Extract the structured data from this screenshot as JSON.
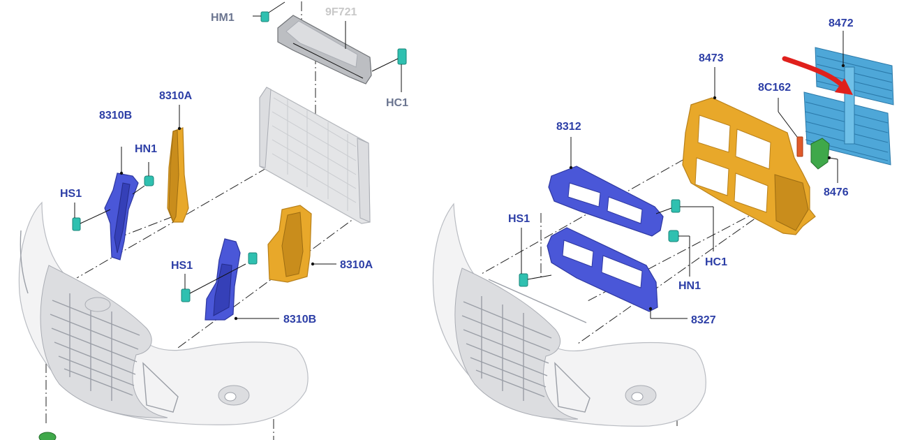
{
  "labels": {
    "hm1": "HM1",
    "p9f721": "9F721",
    "hc1_top": "HC1",
    "p8310a_top": "8310A",
    "p8310b_left": "8310B",
    "hn1_left": "HN1",
    "hs1_left": "HS1",
    "hs1_mid": "HS1",
    "p8310a_right": "8310A",
    "p8310b_bottom": "8310B",
    "p8312": "8312",
    "hs1_right": "HS1",
    "hc1_right": "HC1",
    "hn1_right": "HN1",
    "p8327": "8327",
    "p8473": "8473",
    "p8472": "8472",
    "p8c162": "8C162",
    "p8476": "8476"
  },
  "colors": {
    "label_blue": "#2c3ea6",
    "blue_part": "#4a57d8",
    "orange_part": "#e8a82a",
    "teal_clip": "#2fc0b0",
    "shutter_blue": "#4ea7d8",
    "arrow_red": "#e0201c"
  }
}
